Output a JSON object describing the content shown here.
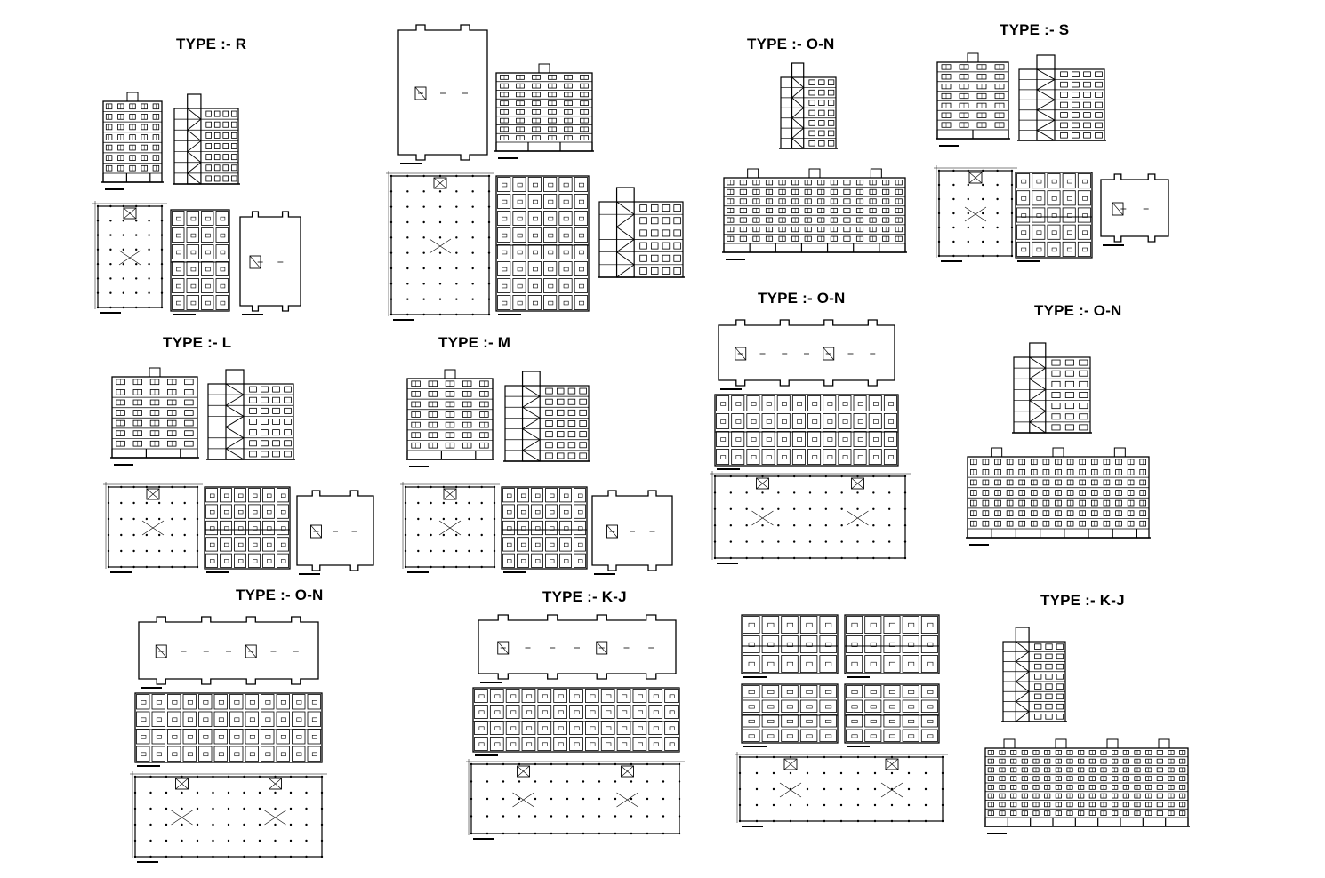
{
  "labels": {
    "r": "TYPE :- R",
    "on1": "TYPE :- O-N",
    "s": "TYPE :- S",
    "l": "TYPE :- L",
    "m": "TYPE :- M",
    "on2": "TYPE :- O-N",
    "on3": "TYPE :- O-N",
    "on4": "TYPE :- O-N",
    "kj1": "TYPE :- K-J",
    "kj2": "TYPE :- K-J"
  },
  "colors": {
    "line": "#000000",
    "background": "#ffffff"
  }
}
